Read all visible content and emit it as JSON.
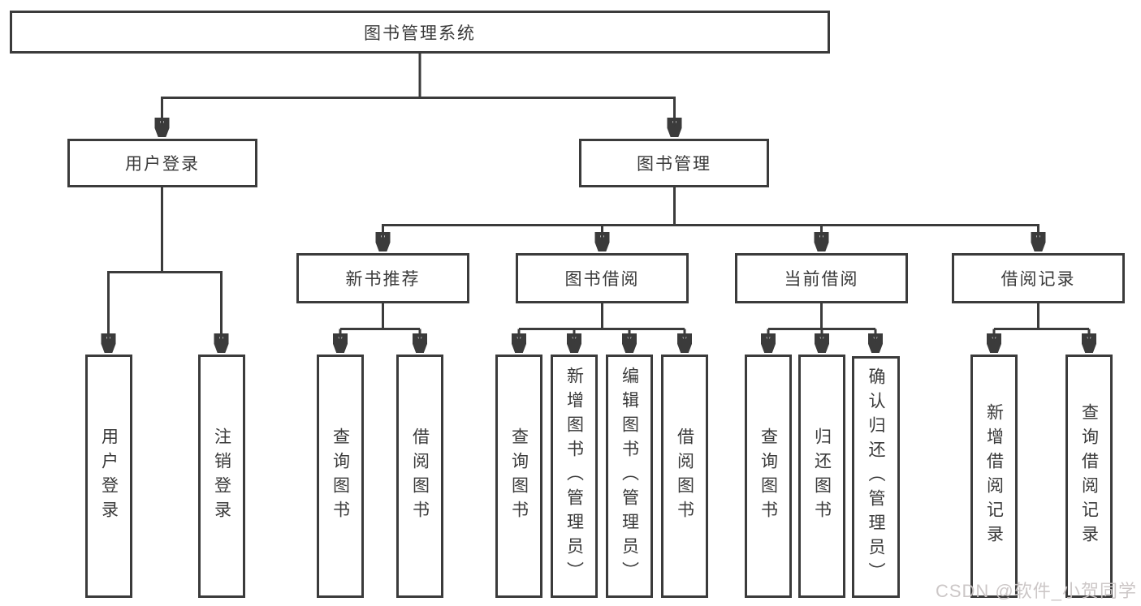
{
  "diagram": {
    "root": {
      "label": "图书管理系统"
    },
    "branches": [
      {
        "label": "用户登录",
        "children": [
          {
            "label": "用户登录"
          },
          {
            "label": "注销登录"
          }
        ]
      },
      {
        "label": "图书管理",
        "children": [
          {
            "label": "新书推荐",
            "children": [
              {
                "label": "查询图书"
              },
              {
                "label": "借阅图书"
              }
            ]
          },
          {
            "label": "图书借阅",
            "children": [
              {
                "label": "查询图书"
              },
              {
                "label": "新增图书（管理员）"
              },
              {
                "label": "编辑图书（管理员）"
              },
              {
                "label": "借阅图书"
              }
            ]
          },
          {
            "label": "当前借阅",
            "children": [
              {
                "label": "查询图书"
              },
              {
                "label": "归还图书"
              },
              {
                "label": "确认归还（管理员）"
              }
            ]
          },
          {
            "label": "借阅记录",
            "children": [
              {
                "label": "新增借阅记录"
              },
              {
                "label": "查询借阅记录"
              }
            ]
          }
        ]
      }
    ]
  },
  "watermark": {
    "text": "CSDN @软件_小贺同学"
  },
  "colors": {
    "line": "#3b3b3b",
    "text": "#3a3a3a",
    "watermark": "#c9c4c4",
    "background": "#ffffff"
  }
}
